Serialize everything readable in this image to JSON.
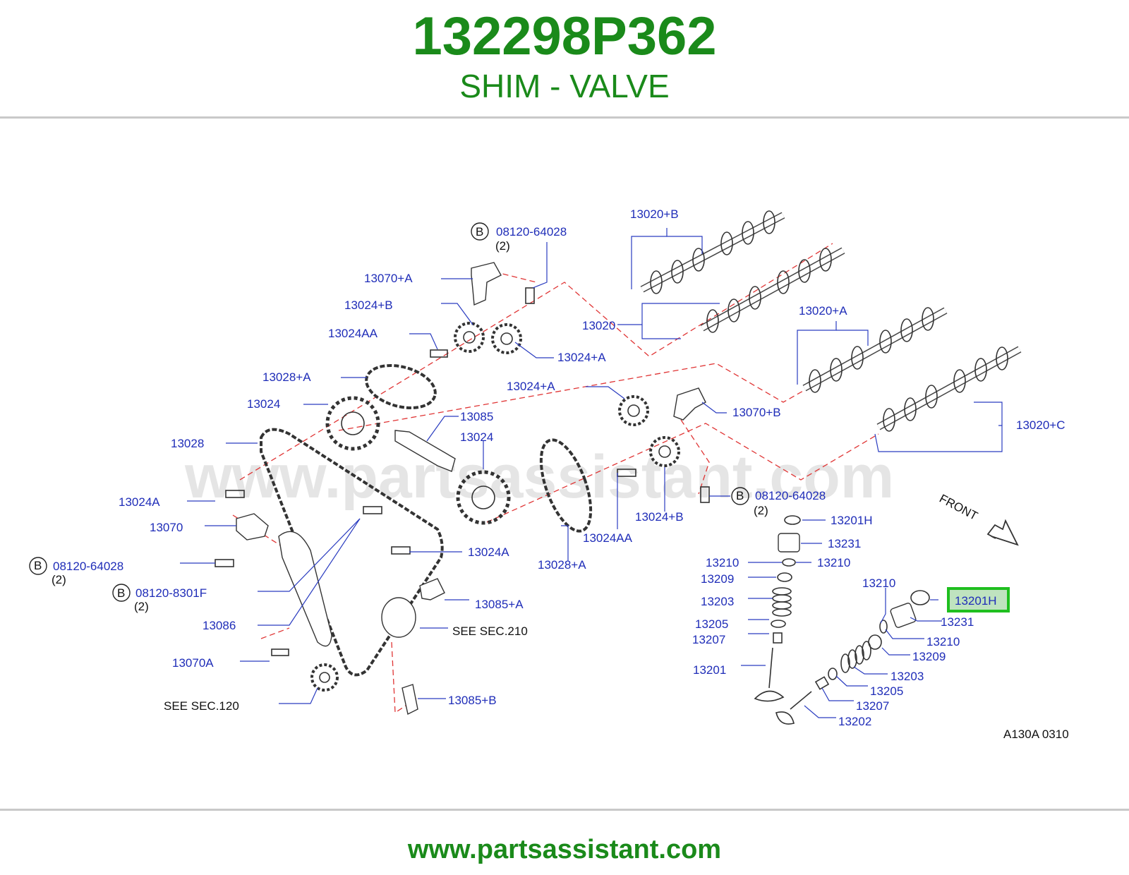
{
  "header": {
    "part_number": "132298P362",
    "part_name": "SHIM - VALVE"
  },
  "footer": {
    "url": "www.partsassistant.com"
  },
  "watermark": "www.partsassistant.com",
  "diagram": {
    "code": "A130A  0310",
    "front_label": "FRONT",
    "highlight_color": "#1fbf1f",
    "labels": {
      "l_13020_b": "13020+B",
      "l_08120_64028_top": "08120-64028",
      "l_qty_top": "(2)",
      "l_13070_a": "13070+A",
      "l_13024_b_top": "13024+B",
      "l_13020": "13020",
      "l_13024aa_top": "13024AA",
      "l_13024_a_top": "13024+A",
      "l_13020_a": "13020+A",
      "l_13028_a_top": "13028+A",
      "l_13024_a_mid": "13024+A",
      "l_13024_left": "13024",
      "l_13070_b": "13070+B",
      "l_13085": "13085",
      "l_13020_c": "13020+C",
      "l_13028": "13028",
      "l_13024_mid": "13024",
      "l_13024a_left": "13024A",
      "l_08120_64028_right": "08120-64028",
      "l_qty_right": "(2)",
      "l_13024_b_bottom": "13024+B",
      "l_13070": "13070",
      "l_13024aa_bottom": "13024AA",
      "l_13201h_top": "13201H",
      "l_13231_top": "13231",
      "l_08120_64028_left": "08120-64028",
      "l_qty_left": "(2)",
      "l_13024a_mid": "13024A",
      "l_13210_a": "13210",
      "l_13210_b": "13210",
      "l_13028_a_bottom": "13028+A",
      "l_13209_left": "13209",
      "l_08120_8301f": "08120-8301F",
      "l_qty_8301f": "(2)",
      "l_13210_c": "13210",
      "l_13203_left": "13203",
      "l_13201h_hl": "13201H",
      "l_13085_a": "13085+A",
      "l_13231_right": "13231",
      "l_13086": "13086",
      "l_13205_left": "13205",
      "l_see_210": "SEE   SEC.210",
      "l_13207_left": "13207",
      "l_13210_d": "13210",
      "l_13070a": "13070A",
      "l_13209_right": "13209",
      "l_13201": "13201",
      "l_13203_right": "13203",
      "l_13205_right": "13205",
      "l_see_120": "SEE   SEC.120",
      "l_13085_b": "13085+B",
      "l_13207_right": "13207",
      "l_13202": "13202",
      "b_top": "B",
      "b_right": "B",
      "b_left": "B",
      "b_8301f": "B"
    }
  }
}
